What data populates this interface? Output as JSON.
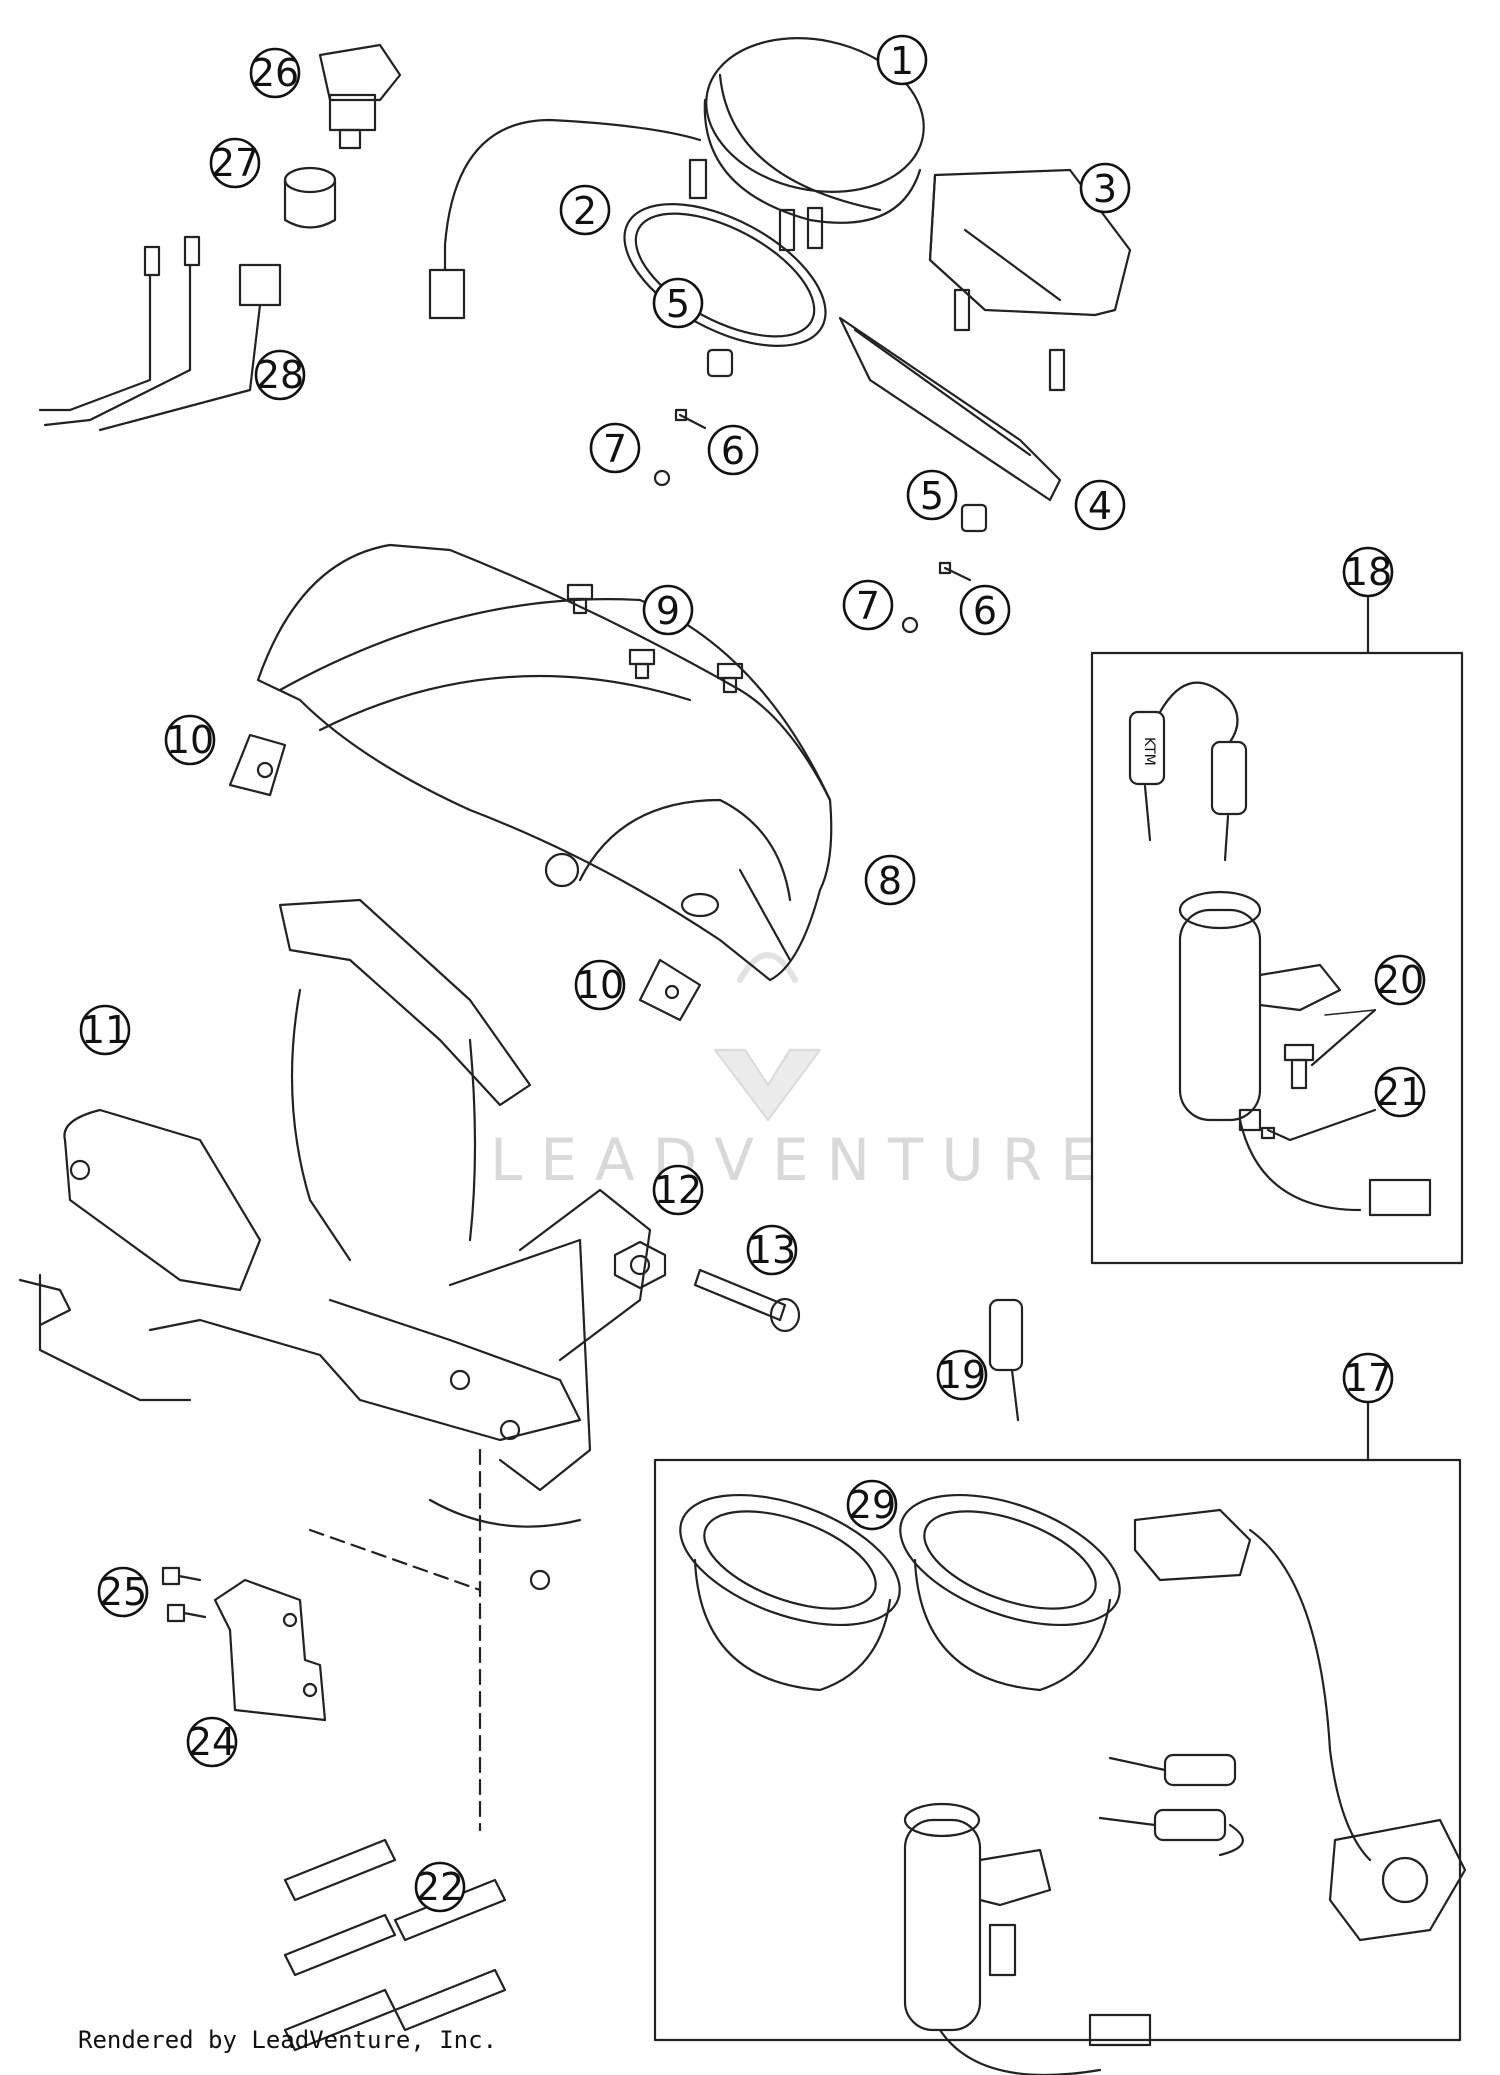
{
  "diagram": {
    "callouts": [
      {
        "label": "1"
      },
      {
        "label": "2"
      },
      {
        "label": "3"
      },
      {
        "label": "4"
      },
      {
        "label": "5"
      },
      {
        "label": "5"
      },
      {
        "label": "6"
      },
      {
        "label": "6"
      },
      {
        "label": "7"
      },
      {
        "label": "7"
      },
      {
        "label": "8"
      },
      {
        "label": "9"
      },
      {
        "label": "10"
      },
      {
        "label": "10"
      },
      {
        "label": "11"
      },
      {
        "label": "12"
      },
      {
        "label": "13"
      },
      {
        "label": "17"
      },
      {
        "label": "18"
      },
      {
        "label": "19"
      },
      {
        "label": "20"
      },
      {
        "label": "21"
      },
      {
        "label": "22"
      },
      {
        "label": "24"
      },
      {
        "label": "25"
      },
      {
        "label": "26"
      },
      {
        "label": "27"
      },
      {
        "label": "28"
      },
      {
        "label": "29"
      }
    ],
    "watermark": "LEADVENTURE",
    "key_brand": "KTM",
    "footer": "Rendered by LeadVenture, Inc."
  }
}
